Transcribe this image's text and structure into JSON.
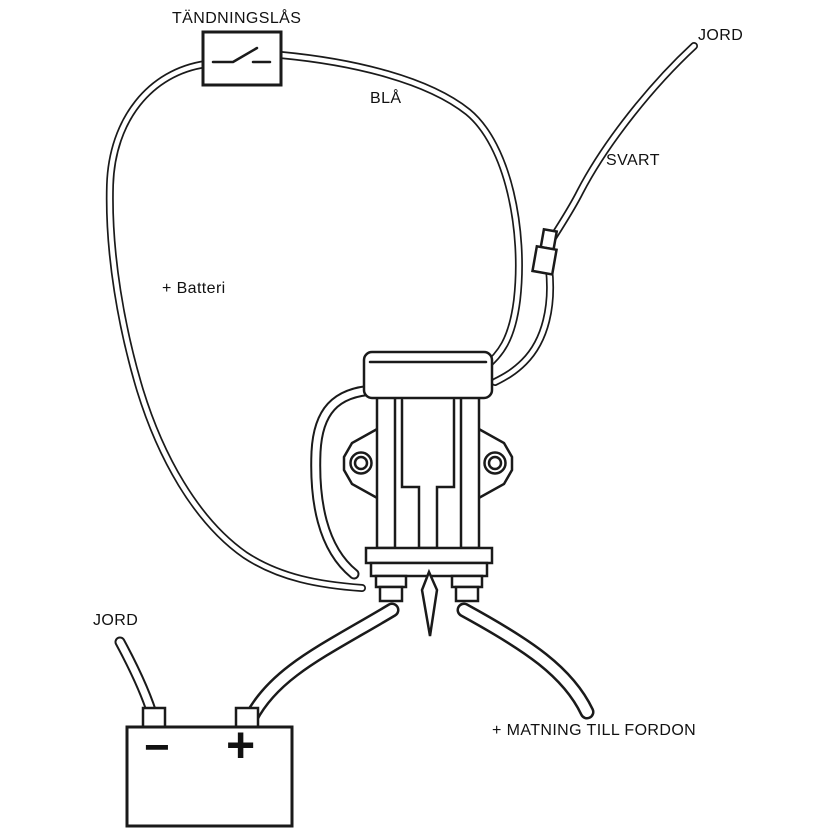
{
  "labels": {
    "ignition_switch": "TÄNDNINGSLÅS",
    "blue_wire": "BLÅ",
    "ground_top": "JORD",
    "black_wire": "SVART",
    "battery_positive": "+ Batteri",
    "ground_bottom": "JORD",
    "vehicle_feed": "+ MATNING TILL FORDON"
  },
  "battery": {
    "negative_symbol": "−",
    "positive_symbol": "+"
  },
  "colors": {
    "line": "#1a1a1a",
    "background": "#ffffff"
  }
}
